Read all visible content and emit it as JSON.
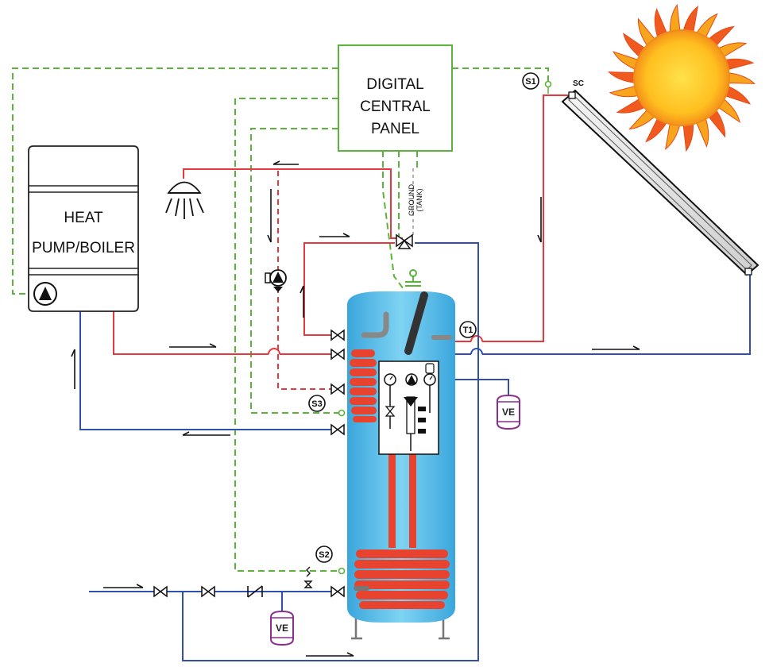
{
  "panel": {
    "line1": "DIGITAL",
    "line2": "CENTRAL",
    "line3": "PANEL"
  },
  "boiler": {
    "line1": "HEAT",
    "line2": "PUMP/BOILER"
  },
  "ground": {
    "line1": "GROUND",
    "line2": "(TANK)"
  },
  "sensors": {
    "s1": "S1",
    "s2": "S2",
    "s3": "S3",
    "t1": "T1"
  },
  "collector_label": "SC",
  "expansion": {
    "top": "VE",
    "bottom": "VE"
  },
  "colors": {
    "hot": "#e8383d",
    "cold": "#3050b0",
    "control": "#5ab43c",
    "tank": "#45b8e6",
    "coil": "#e8432e",
    "vessel": "#8a2d8e",
    "sun": "#f7a51c"
  }
}
